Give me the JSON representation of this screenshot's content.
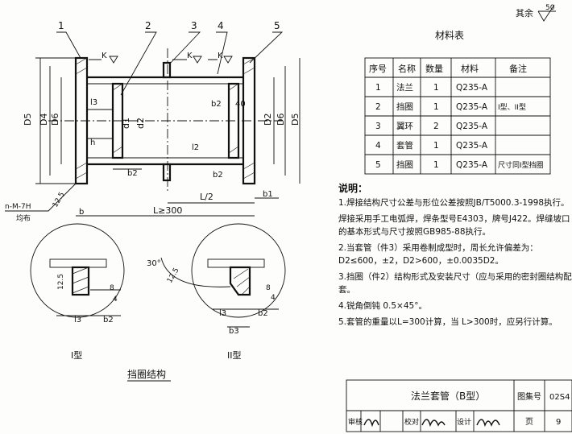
{
  "corner": {
    "roughness_label": "其余",
    "roughness_value": "50"
  },
  "balloons": [
    "1",
    "2",
    "3",
    "4",
    "5"
  ],
  "weld_labels": {
    "k": "K",
    "h": "h"
  },
  "dims": {
    "D5": "D5",
    "D4": "D4",
    "D6": "D6",
    "D2": "D2",
    "d1": "d1",
    "d2": "d2",
    "l3": "l3",
    "h": "h",
    "b2": "b2",
    "b1": "b1",
    "b": "b",
    "v40": "40",
    "l2": "l2",
    "Lhalf": "L/2",
    "L": "L≥300",
    "thread": "n-M-7H",
    "thread_note": "均布",
    "rough125": "12.5"
  },
  "material_table": {
    "title": "材料表",
    "headers": [
      "序号",
      "名称",
      "数量",
      "材料",
      "备注"
    ],
    "rows": [
      [
        "1",
        "法兰",
        "1",
        "Q235-A",
        ""
      ],
      [
        "2",
        "挡圈",
        "1",
        "Q235-A",
        "I型、II型"
      ],
      [
        "3",
        "翼环",
        "2",
        "Q235-A",
        ""
      ],
      [
        "4",
        "套管",
        "1",
        "Q235-A",
        ""
      ],
      [
        "5",
        "挡圈",
        "1",
        "Q235-A",
        "尺寸同I型挡圈"
      ]
    ]
  },
  "notes": {
    "title": "说明：",
    "items": [
      "1.焊接结构尺寸公差与形位公差按照JB/T5000.3-1998执行。",
      "焊接采用手工电弧焊，焊条型号E4303，牌号J422。焊缝坡口的基本形式与尺寸按照GB985-88执行。",
      "2.当套管（件3）采用卷制成型时，周长允许偏差为：D2≤600，±2，D2>600，±0.0035D2。",
      "3.挡圈（件2）结构形式及安装尺寸（应与采用的密封圈结构配套。",
      "4.锐角倒钝 0.5×45°。",
      "5.套管的重量以L=300计算，当 L>300时，应另行计算。"
    ]
  },
  "details": {
    "type1_label": "I型",
    "type2_label": "II型",
    "caption": "挡圈结构",
    "angle": "30°",
    "weld_8": "8",
    "weld_4": "4",
    "dim_l3": "l3",
    "dim_b2": "b2",
    "dim_b3": "b3",
    "dim_125": "12.5",
    "rough": "12.5"
  },
  "title_block": {
    "drawing_title": "法兰套管（B型）",
    "atlas_label": "图集号",
    "atlas_no": "02S4",
    "review_label": "审核",
    "check_label": "校对",
    "design_label": "设计",
    "page_label": "页",
    "page_no": "9"
  }
}
